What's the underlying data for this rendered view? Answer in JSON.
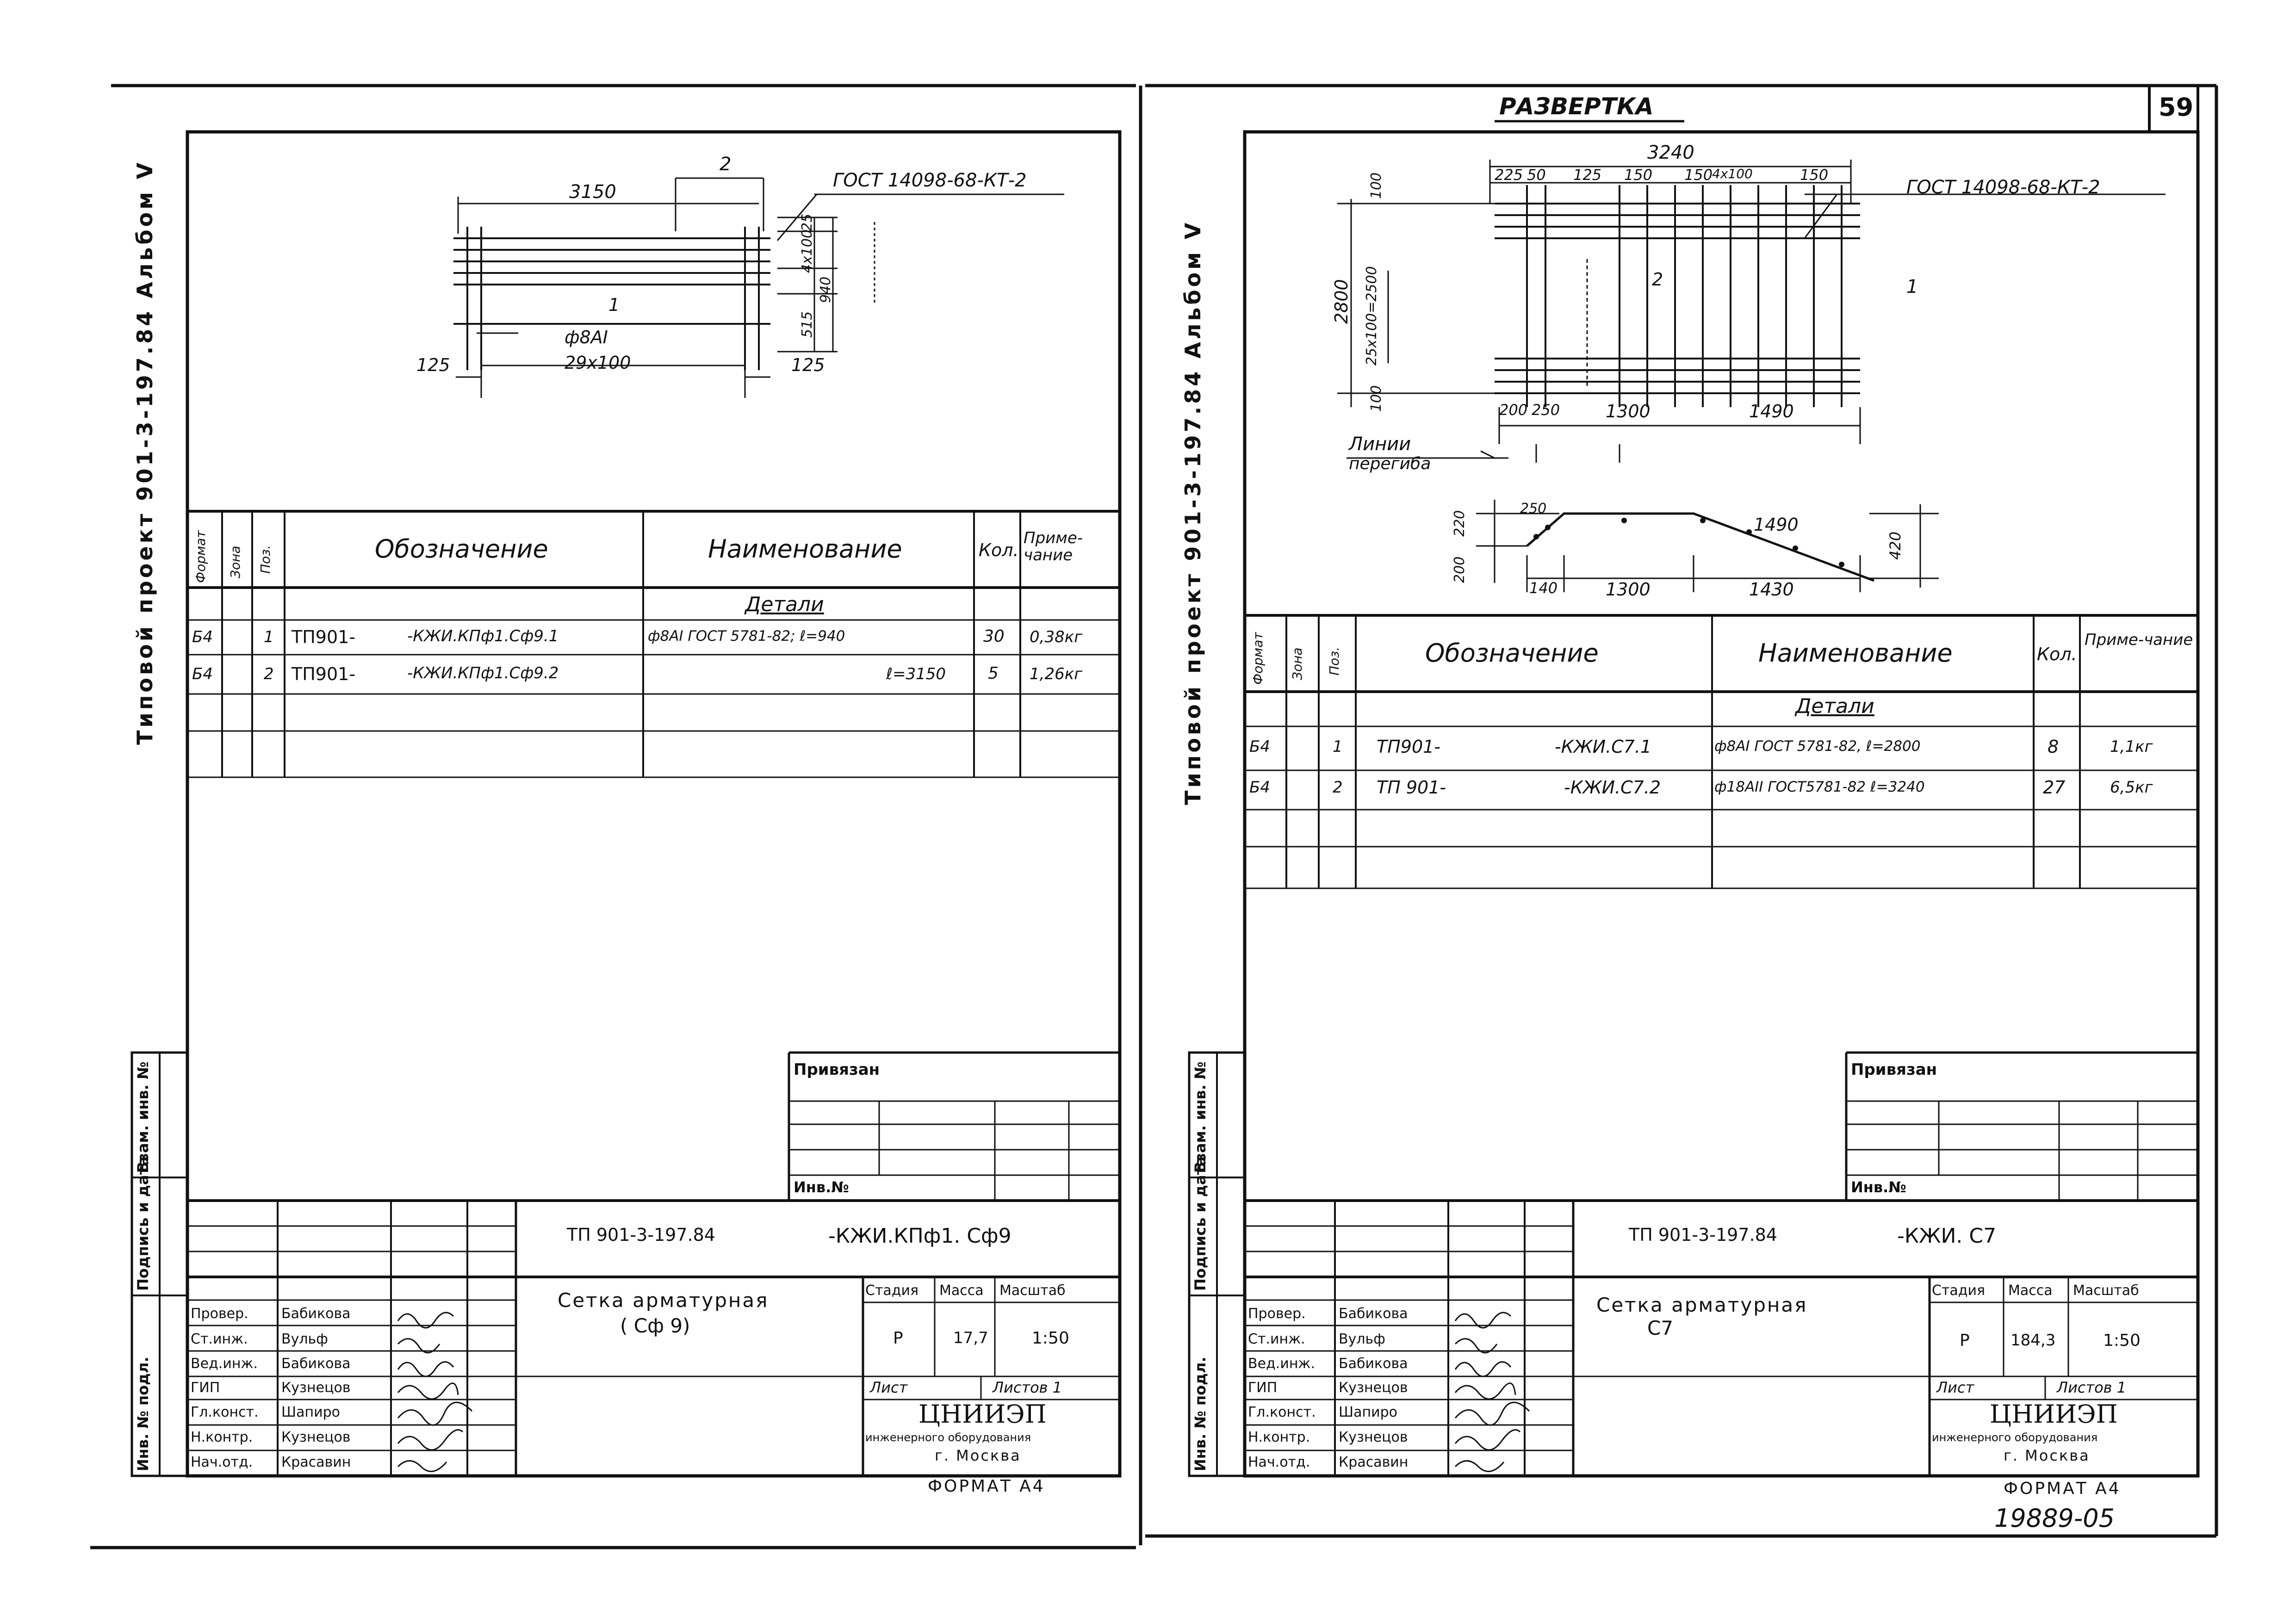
{
  "page_number": "59",
  "razvertka": "РАЗВЕРТКА",
  "catalog_number": "19889-05",
  "format_label": "ФОРМАТ А4",
  "left": {
    "margin_title": "Типовой проект 901-3-197.84 Альбом V",
    "stub_labels": [
      "Инв. № подл.",
      "Подпись и дата",
      "Взам. инв. №"
    ],
    "drawing": {
      "dims": [
        "3150",
        "2",
        "ГОСТ 14098-68-КТ-2",
        "25",
        "4х100",
        "515",
        "940",
        "1",
        "ф8АI",
        "125",
        "29х100",
        "125"
      ]
    },
    "spec": {
      "headers": [
        "Формат",
        "Зона",
        "Поз.",
        "Обозначение",
        "Наименование",
        "Кол.",
        "Приме-чание"
      ],
      "section": "Детали",
      "rows": [
        {
          "fmt": "Б4",
          "pos": "1",
          "code_a": "ТП901-",
          "code_b": "-КЖИ.КПф1.Сф9.1",
          "name": "ф8АI ГОСТ 5781-82; ℓ=940",
          "qty": "30",
          "note": "0,38кг"
        },
        {
          "fmt": "Б4",
          "pos": "2",
          "code_a": "ТП901-",
          "code_b": "-КЖИ.КПф1.Сф9.2",
          "name": "ℓ=3150",
          "qty": "5",
          "note": "1,26кг"
        }
      ]
    },
    "title_block": {
      "privyazan": "Привязан",
      "inv_no": "Инв.№",
      "designation_a": "ТП 901-3-197.84",
      "designation_b": "-КЖИ.КПф1. Сф9",
      "title": "Сетка арматурная",
      "subtitle": "( Сф 9)",
      "stage_h": "Стадия",
      "mass_h": "Масса",
      "scale_h": "Масштаб",
      "stage": "Р",
      "mass": "17,7",
      "scale": "1:50",
      "sheet": "Лист",
      "sheets": "Листов 1",
      "org": "ЦНИИЭП",
      "org_sub": "инженерного оборудования",
      "city": "г. Москва",
      "signers": [
        {
          "role": "Провер.",
          "name": "Бабикова"
        },
        {
          "role": "Ст.инж.",
          "name": "Вульф"
        },
        {
          "role": "Вед.инж.",
          "name": "Бабикова"
        },
        {
          "role": "ГИП",
          "name": "Кузнецов"
        },
        {
          "role": "Гл.конст.",
          "name": "Шапиро"
        },
        {
          "role": "Н.контр.",
          "name": "Кузнецов"
        },
        {
          "role": "Нач.отд.",
          "name": "Красавин"
        }
      ]
    }
  },
  "right": {
    "margin_title": "Типовой проект 901-3-197.84 Альбом V",
    "stub_labels": [
      "Инв. № подл.",
      "Подпись и дата",
      "Взам. инв. №"
    ],
    "drawing": {
      "dims_top": [
        "3240",
        "225",
        "50",
        "125",
        "150",
        "150",
        "4х100",
        "150"
      ],
      "gost": "ГОСТ 14098-68-КТ-2",
      "left_dims": [
        "100",
        "2800",
        "25х100=2500",
        "100"
      ],
      "bottom_dims": [
        "200",
        "250",
        "1300",
        "1490"
      ],
      "marks": [
        "2",
        "1"
      ],
      "bend_label": "Линии",
      "bend_label_2": "перегиба",
      "profile_dims": [
        "220",
        "200",
        "250",
        "1490",
        "420",
        "140",
        "1300",
        "1430"
      ]
    },
    "spec": {
      "headers": [
        "Формат",
        "Зона",
        "Поз.",
        "Обозначение",
        "Наименование",
        "Кол.",
        "Приме-чание"
      ],
      "section": "Детали",
      "rows": [
        {
          "fmt": "Б4",
          "pos": "1",
          "code_a": "ТП901-",
          "code_b": "-КЖИ.С7.1",
          "name": "ф8АI ГОСТ 5781-82, ℓ=2800",
          "qty": "8",
          "note": "1,1кг"
        },
        {
          "fmt": "Б4",
          "pos": "2",
          "code_a": "ТП 901-",
          "code_b": "-КЖИ.С7.2",
          "name": "ф18АII ГОСТ5781-82  ℓ=3240",
          "qty": "27",
          "note": "6,5кг"
        }
      ]
    },
    "title_block": {
      "privyazan": "Привязан",
      "inv_no": "Инв.№",
      "designation_a": "ТП 901-3-197.84",
      "designation_b": "-КЖИ. С7",
      "title": "Сетка арматурная",
      "subtitle": "С7",
      "stage_h": "Стадия",
      "mass_h": "Масса",
      "scale_h": "Масштаб",
      "stage": "Р",
      "mass": "184,3",
      "scale": "1:50",
      "sheet": "Лист",
      "sheets": "Листов 1",
      "org": "ЦНИИЭП",
      "org_sub": "инженерного оборудования",
      "city": "г. Москва",
      "signers": [
        {
          "role": "Провер.",
          "name": "Бабикова"
        },
        {
          "role": "Ст.инж.",
          "name": "Вульф"
        },
        {
          "role": "Вед.инж.",
          "name": "Бабикова"
        },
        {
          "role": "ГИП",
          "name": "Кузнецов"
        },
        {
          "role": "Гл.конст.",
          "name": "Шапиро"
        },
        {
          "role": "Н.контр.",
          "name": "Кузнецов"
        },
        {
          "role": "Нач.отд.",
          "name": "Красавин"
        }
      ]
    }
  }
}
